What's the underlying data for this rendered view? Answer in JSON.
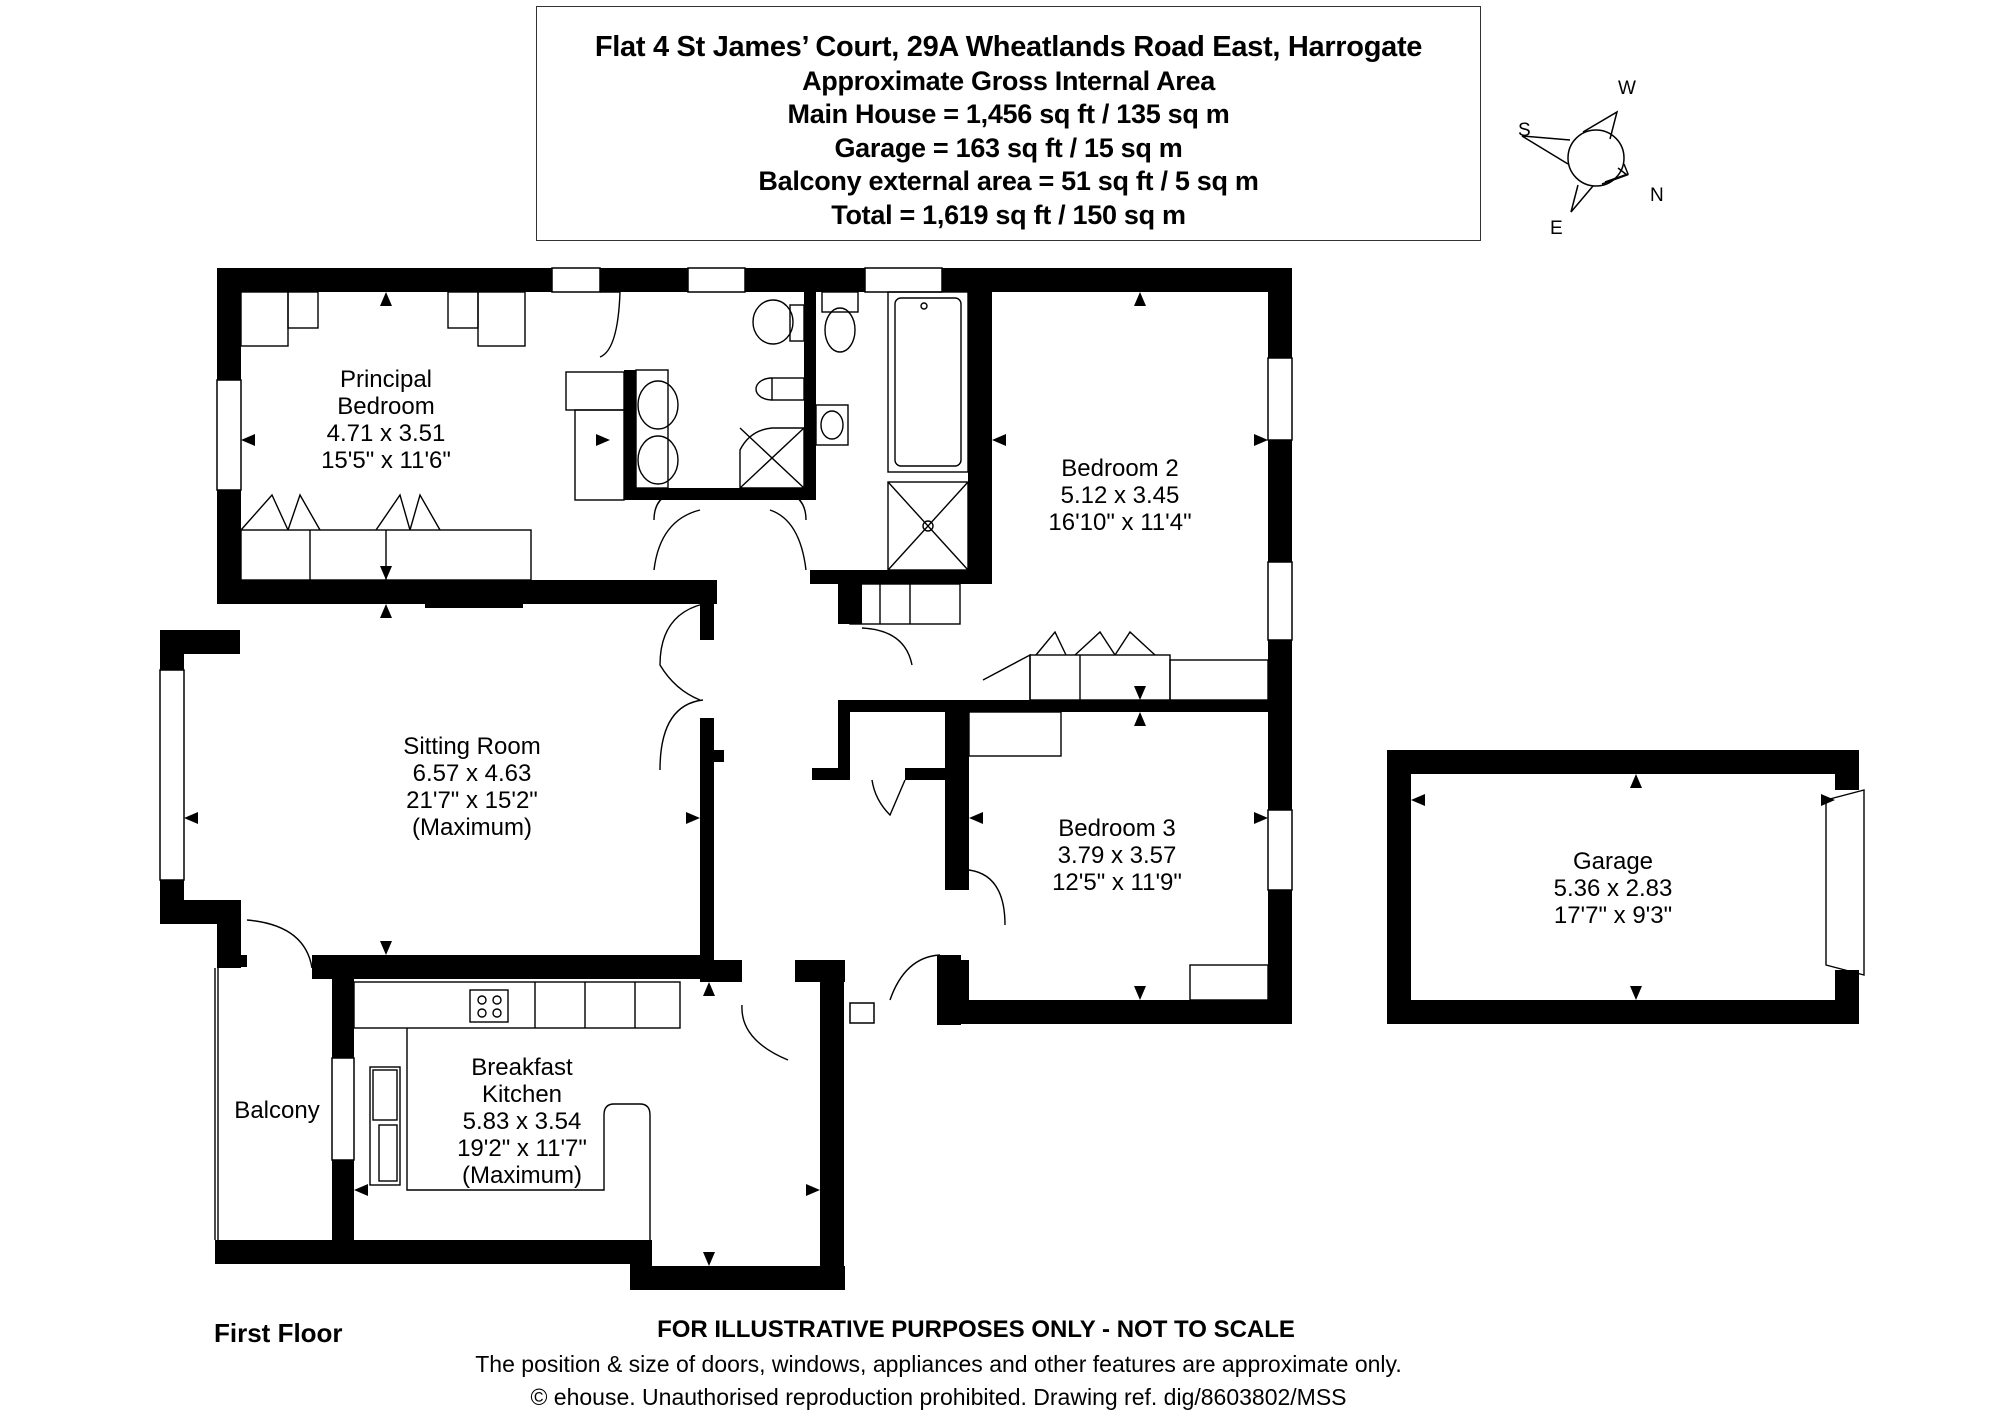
{
  "header": {
    "title": "Flat 4 St James’ Court, 29A Wheatlands Road East, Harrogate",
    "subtitle": "Approximate Gross Internal Area",
    "lines": [
      "Main House = 1,456 sq ft / 135 sq m",
      "Garage = 163 sq ft / 15 sq m",
      "Balcony external area = 51 sq ft / 5 sq m",
      "Total = 1,619 sq ft / 150 sq m"
    ]
  },
  "compass": {
    "icon": "compass-rose-icon",
    "labels": {
      "north": "N",
      "south": "S",
      "east": "E",
      "west": "W"
    }
  },
  "rooms": [
    {
      "id": "principal-bedroom",
      "name_line1": "Principal",
      "name_line2": "Bedroom",
      "metric": "4.71 x 3.51",
      "imperial": "15'5\" x 11'6\""
    },
    {
      "id": "bedroom-2",
      "name_line1": "Bedroom 2",
      "metric": "5.12 x 3.45",
      "imperial": "16'10\" x 11'4\""
    },
    {
      "id": "sitting-room",
      "name_line1": "Sitting Room",
      "metric": "6.57 x 4.63",
      "imperial": "21'7\" x 15'2\"",
      "note": "(Maximum)"
    },
    {
      "id": "bedroom-3",
      "name_line1": "Bedroom 3",
      "metric": "3.79 x 3.57",
      "imperial": "12'5\" x 11'9\""
    },
    {
      "id": "breakfast-kitchen",
      "name_line1": "Breakfast",
      "name_line2": "Kitchen",
      "metric": "5.83 x 3.54",
      "imperial": "19'2\" x 11'7\"",
      "note": "(Maximum)"
    },
    {
      "id": "balcony",
      "name_line1": "Balcony"
    },
    {
      "id": "garage",
      "name_line1": "Garage",
      "metric": "5.36 x 2.83",
      "imperial": "17'7\" x 9'3\""
    }
  ],
  "footer": {
    "floor_label": "First Floor",
    "disclaimer": "FOR ILLUSTRATIVE PURPOSES ONLY - NOT TO SCALE",
    "note": "The position & size of doors, windows, appliances and other features are approximate only.",
    "copyright": "© ehouse. Unauthorised reproduction prohibited. Drawing ref. dig/8603802/MSS"
  },
  "colors": {
    "wall": "#000000",
    "background": "#ffffff",
    "line": "#000000"
  }
}
